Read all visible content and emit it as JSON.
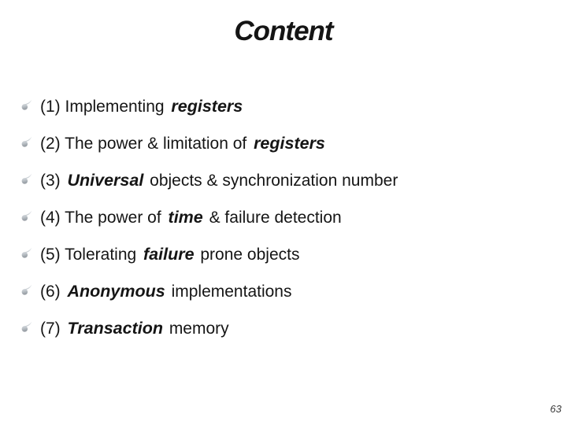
{
  "slide": {
    "title": "Content",
    "page_number": "63",
    "colors": {
      "background": "#ffffff",
      "text": "#151515",
      "bullet_light": "#e2e6e9",
      "bullet_dark": "#8a9198",
      "page_number": "#3a3a3a"
    },
    "items": [
      {
        "pre": "(1) Implementing ",
        "em": "registers",
        "post": ""
      },
      {
        "pre": "(2) The power & limitation of ",
        "em": "registers",
        "post": ""
      },
      {
        "pre": "(3) ",
        "em": "Universal",
        "post": " objects & synchronization number"
      },
      {
        "pre": "(4) The power of ",
        "em": "time",
        "post": " & failure detection"
      },
      {
        "pre": "(5) Tolerating ",
        "em": "failure",
        "post": " prone objects"
      },
      {
        "pre": "(6) ",
        "em": "Anonymous",
        "post": " implementations"
      },
      {
        "pre": "(7) ",
        "em": "Transaction",
        "post": " memory"
      }
    ]
  }
}
